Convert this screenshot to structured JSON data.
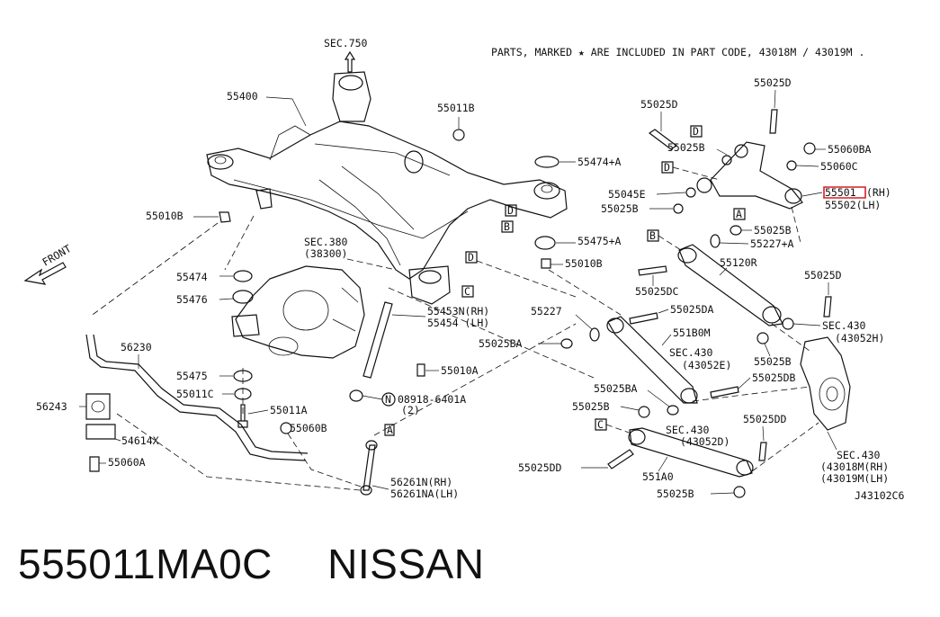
{
  "note": "PARTS, MARKED ★ ARE INCLUDED IN PART CODE, 43018M / 43019M .",
  "diagram_code": "J43102C6",
  "highlight_color": "#d61f26",
  "labels": {
    "sec750": "SEC.750",
    "p55400": "55400",
    "p55011B": "55011B",
    "p55010B_l": "55010B",
    "p55474A": "55474+A",
    "p55045E": "55045E",
    "p55025B_1": "55025B",
    "p55475A": "55475+A",
    "p55010B_m": "55010B",
    "sec380a": "SEC.380",
    "sec380b": "(38300)",
    "p55474": "55474",
    "p55476": "55476",
    "p55453N": "55453N(RH)",
    "p55454": "55454  (LH)",
    "p56230": "56230",
    "p55475": "55475",
    "p55011C": "55011C",
    "p55011A": "55011A",
    "p55010A": "55010A",
    "p08918a": "08918-6401A",
    "p08918b": "(2)",
    "p56243": "56243",
    "p54614X": "54614X",
    "p55060B": "55060B",
    "p55060A": "55060A",
    "p56261N": "56261N(RH)",
    "p56261NA": "56261NA(LH)",
    "p55025D_1": "55025D",
    "p55025B_2": "55025B",
    "p55025D_2": "55025D",
    "p55060BA": "55060BA",
    "p55060C": "55060C",
    "p55501_a": "55501",
    "p55501_b": "(RH)",
    "p55502": "55502(LH)",
    "p55025B_3": "55025B",
    "p55227A": "55227+A",
    "p55120R": "55120R",
    "p55025DC": "55025DC",
    "p55025D_3": "55025D",
    "p55227": "55227",
    "p55025DA": "55025DA",
    "p551B0M": "551B0M",
    "p55025BA_1": "55025BA",
    "sec430a1": "SEC.430",
    "sec430a2": "(43052H)",
    "sec430b1": "SEC.430",
    "sec430b2": "(43052E)",
    "p55025B_4": "55025B",
    "p55025DB": "55025DB",
    "p55025BA_2": "55025BA",
    "p55025B_5": "55025B",
    "sec430c1": "SEC.430",
    "sec430c2": "(43052D)",
    "p55025DD_1": "55025DD",
    "p55025DD_2": "55025DD",
    "p551A0": "551A0",
    "p55025B_6": "55025B",
    "sec430d1": "SEC.430",
    "sec430d2": "(43018M(RH)",
    "sec430d3": "(43019M(LH)",
    "letter_A": "A",
    "letter_B": "B",
    "letter_C": "C",
    "letter_D": "D",
    "letter_N": "N",
    "front": "FRONT"
  },
  "footer": {
    "part_number": "555011MA0C",
    "brand": "NISSAN"
  }
}
